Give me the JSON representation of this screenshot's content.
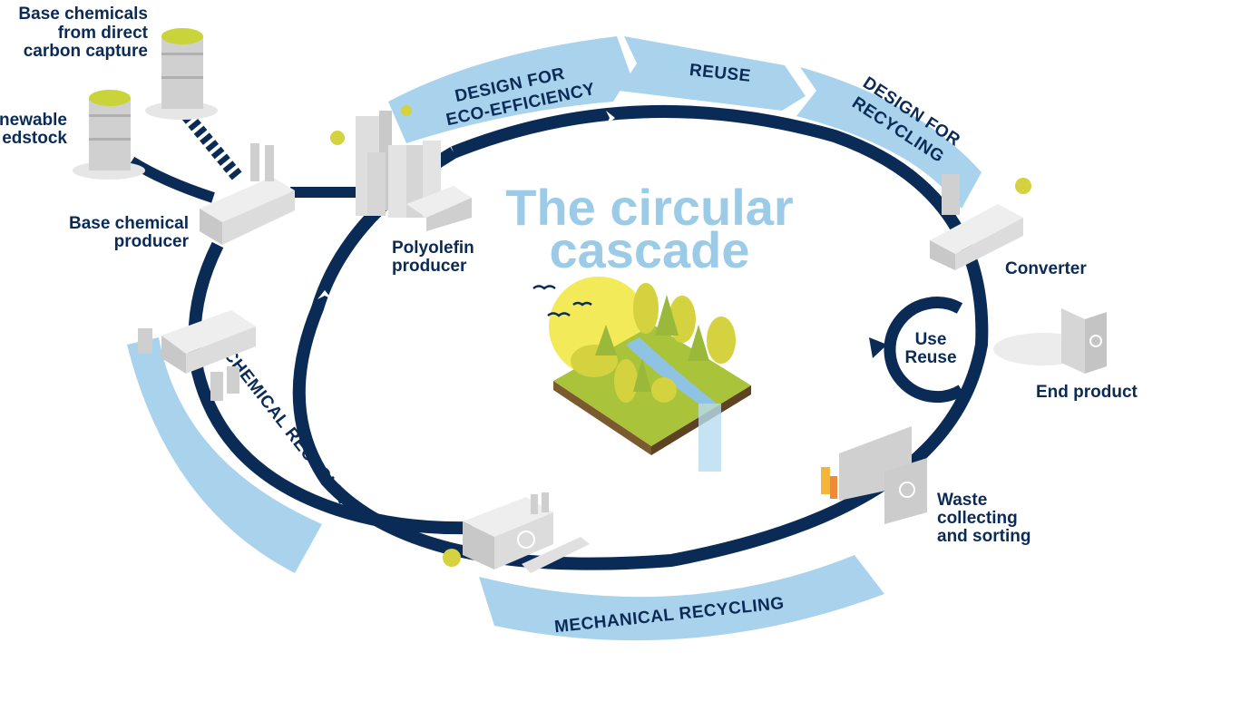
{
  "title": {
    "line1": "The circular",
    "line2": "cascade"
  },
  "bands": {
    "design_eco": {
      "line1": "DESIGN FOR",
      "line2": "ECO-EFFICIENCY"
    },
    "reuse": "REUSE",
    "design_recycling": {
      "line1": "DESIGN FOR",
      "line2": "RECYCLING"
    },
    "chemical_recycling": "CHEMICAL RECYCLING",
    "mechanical_recycling": "MECHANICAL RECYCLING"
  },
  "nodes": {
    "base_dcc": {
      "line1": "Base chemicals",
      "line2": "from direct",
      "line3": "carbon capture"
    },
    "renewable": {
      "line1": "newable",
      "line2": "edstock"
    },
    "base_producer": {
      "line1": "Base chemical",
      "line2": "producer"
    },
    "polyolefin": {
      "line1": "Polyolefin",
      "line2": "producer"
    },
    "converter": "Converter",
    "use_reuse": {
      "line1": "Use",
      "line2": "Reuse"
    },
    "end_product": "End product",
    "waste": {
      "line1": "Waste",
      "line2": "collecting",
      "line3": "and sorting"
    }
  },
  "colors": {
    "navy": "#0b2b57",
    "light_blue": "#9bcbe6",
    "band_blue": "#a9d3ec",
    "grass": "#a9c43b",
    "sun": "#f3ea5a"
  }
}
